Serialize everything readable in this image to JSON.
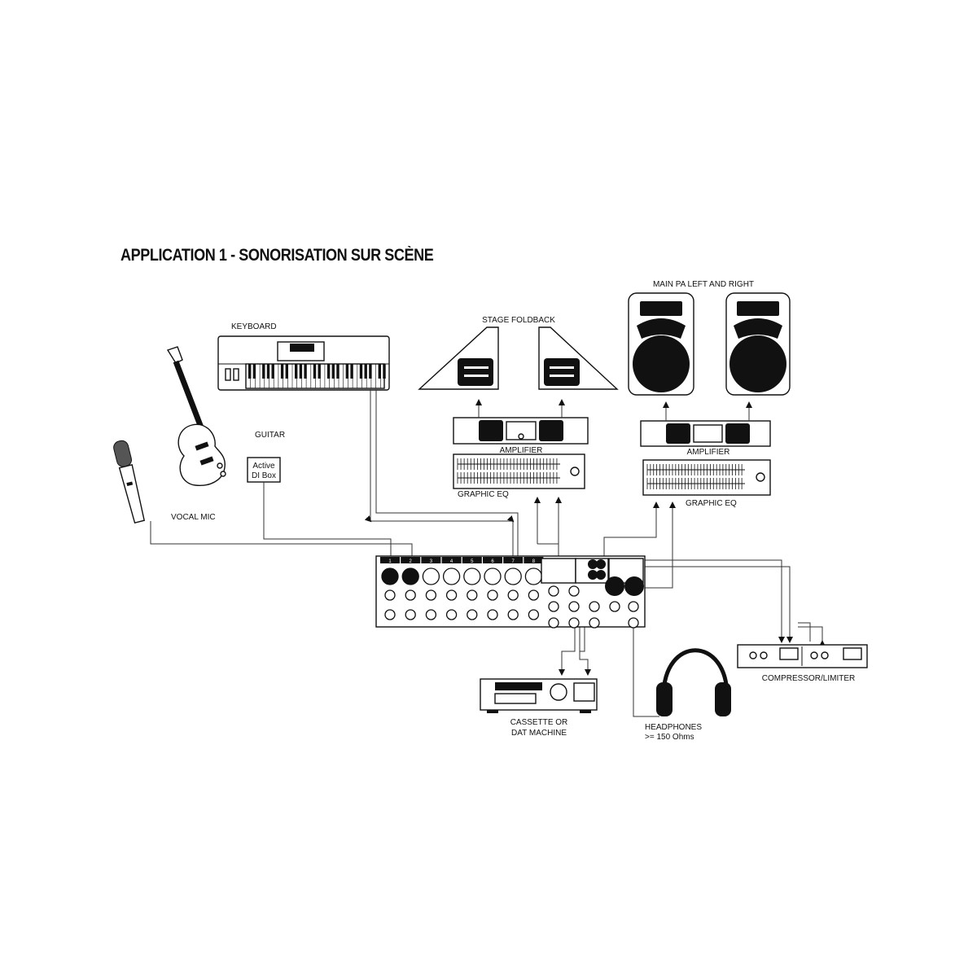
{
  "title": "APPLICATION 1 - SONORISATION SUR SCÈNE",
  "devices": {
    "keyboard": "KEYBOARD",
    "guitar": "GUITAR",
    "di_box_line1": "Active",
    "di_box_line2": "DI Box",
    "vocal_mic": "VOCAL MIC",
    "stage_foldback": "STAGE FOLDBACK",
    "amplifier_1": "AMPLIFIER",
    "graphic_eq_1": "GRAPHIC EQ",
    "main_pa": "MAIN PA LEFT AND RIGHT",
    "amplifier_2": "AMPLIFIER",
    "graphic_eq_2": "GRAPHIC EQ",
    "cassette_line1": "CASSETTE OR",
    "cassette_line2": "DAT MACHINE",
    "headphones": "HEADPHONES",
    "headphones_spec": ">= 150 Ohms",
    "compressor": "COMPRESSOR/LIMITER"
  },
  "mixer": {
    "channels": [
      "1",
      "2",
      "3",
      "4",
      "5",
      "6",
      "7",
      "8"
    ]
  }
}
